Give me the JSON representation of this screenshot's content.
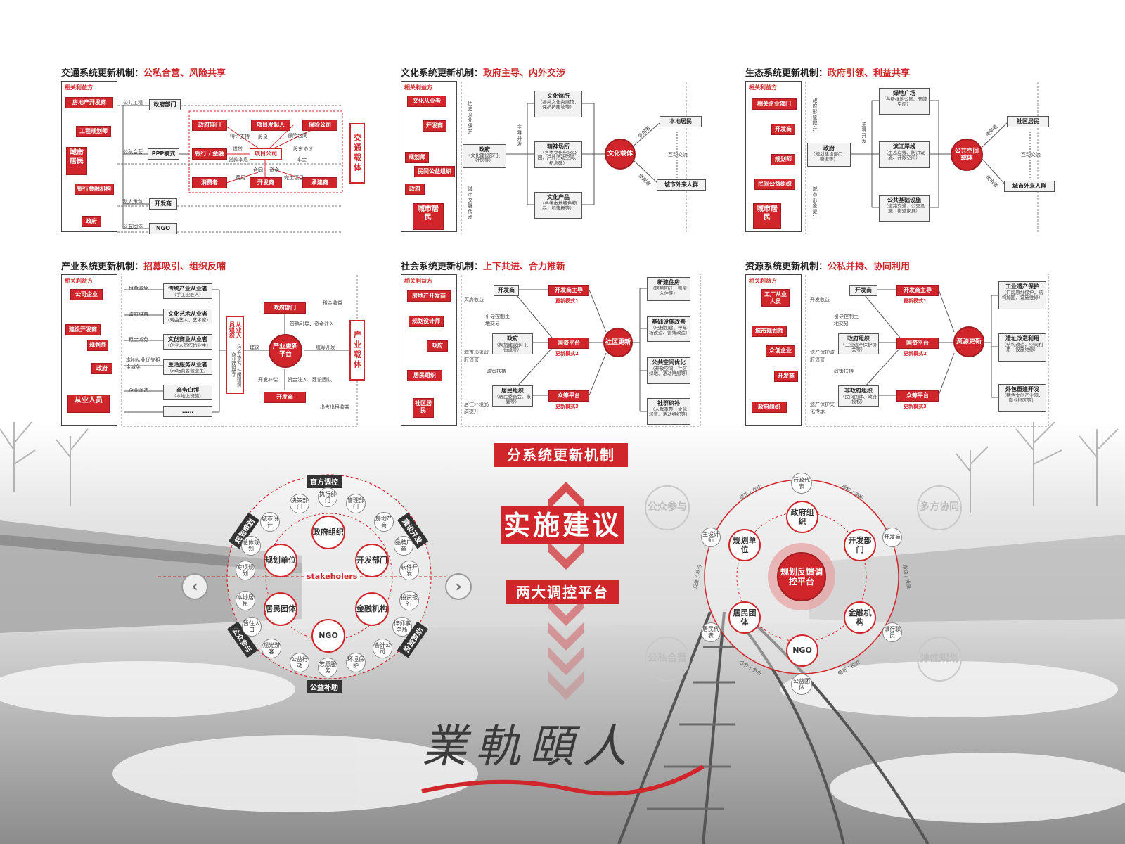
{
  "colors": {
    "accent": "#d0262b",
    "dark": "#333333",
    "gray": "#f2f2f2"
  },
  "panels": {
    "traffic": {
      "title": "交通系统更新机制：",
      "accent": "公私合营、风险共享",
      "stake_header": "相关利益方",
      "stake": [
        "房地产开发商",
        "工程规划师",
        "城市居民",
        "银行金融机构",
        "政府"
      ],
      "rows": [
        "公共工程",
        "公私合营",
        "私人承包",
        "公益团体"
      ],
      "nodes": {
        "gov": "政府部门",
        "ppp": "PPP模式",
        "dev": "开发商",
        "ngo": "NGO",
        "gov2": "政府部门",
        "sponsor": "项目发起人",
        "insure": "保险公司",
        "bank": "银行 / 金融",
        "project": "项目公司",
        "consumer": "消费者",
        "dev2": "开发商",
        "builder": "承建商"
      },
      "labels": [
        "特许支持",
        "股息",
        "保险合同",
        "借贷",
        "股东协议",
        "贷款本息",
        "本金",
        "合同",
        "资金",
        "费用",
        "完工项目"
      ],
      "carrier": "交通载体"
    },
    "culture": {
      "title": "文化系统更新机制：",
      "accent": "政府主导、内外交涉",
      "stake_header": "相关利益方",
      "stake": [
        "文化从业者",
        "开发商",
        "规划师",
        "民间公益组织",
        "政府",
        "城市居民"
      ],
      "left_v1": "历史文化保护",
      "left_v2": "城市文脉传承",
      "mid_v": "主导开发",
      "gov": "政府",
      "gov_sub": "（文化建设部门、社区等）",
      "items": [
        {
          "t": "文化馆所",
          "s": "（各类文化类展馆、保护护建址等）"
        },
        {
          "t": "精神场所",
          "s": "（各类文化纪念公园、户外活动空间、纪念碑）"
        },
        {
          "t": "文化产品",
          "s": "（各类本地特色物品，如快板等）"
        }
      ],
      "hub": "文化载体",
      "use1": "使用者",
      "use2": "使用者",
      "out1": "本地居民",
      "out2": "城市外来人群",
      "mutual": "互动交流"
    },
    "eco": {
      "title": "生态系统更新机制：",
      "accent": "政府引领、利益共享",
      "stake_header": "相关利益方",
      "stake": [
        "相关企业部门",
        "开发商",
        "规划师",
        "民间公益组织",
        "城市居民"
      ],
      "left_v1": "政府形象提升",
      "left_v2": "城市形象提升",
      "mid_v": "主导开发",
      "gov": "政府",
      "gov_sub": "（规划建设部门、街道等）",
      "items": [
        {
          "t": "绿地广场",
          "s": "（各级绿地公园、开敞空间）"
        },
        {
          "t": "滨江岸线",
          "s": "（生态岸线、防洪设施、开敞空间）"
        },
        {
          "t": "公共基础设施",
          "s": "（道路交通、公交设施、街道家具）"
        }
      ],
      "hub": "公共空间载体",
      "use1": "使用者",
      "use2": "使用者",
      "out1": "社区居民",
      "out2": "城市外来人群",
      "mutual": "互动交流"
    },
    "industry": {
      "title": "产业系统更新机制：",
      "accent": "招募吸引、组织反哺",
      "stake_header": "相关利益方",
      "stake": [
        "公司企业",
        "建设开发商",
        "规划师",
        "政府",
        "从业人员"
      ],
      "left_labels": [
        "租金减免",
        "政府培育",
        "租金减免",
        "本地从业优先租金减免",
        "企业筛选"
      ],
      "items": [
        {
          "t": "传统产业从业者",
          "s": "（手工业匠人）"
        },
        {
          "t": "文化艺术从业者",
          "s": "（戏曲艺人、艺术家）"
        },
        {
          "t": "文创商业从业者",
          "s": "（创业人员作坊业主）"
        },
        {
          "t": "生活服务从业者",
          "s": "（市场商客营业主）"
        },
        {
          "t": "商务白领",
          "s": "（本地上班族）"
        },
        {
          "t": "……",
          "s": ""
        }
      ],
      "org": "从业人员组织",
      "org_sub": "（行会协会、社团组织、商业联盟等）",
      "gov": "政府部门",
      "hub": "产业更新平台",
      "dev": "开发商",
      "carrier": "产业载体",
      "labels": [
        "租金收益",
        "策略引导、资金注入",
        "建议",
        "统筹开发",
        "开发补偿",
        "资金注入、建设团队",
        "出售出租收益"
      ]
    },
    "society": {
      "title": "社会系统更新机制：",
      "accent": "上下共进、合力推新",
      "stake_header": "相关利益方",
      "stake": [
        "房地产开发商",
        "规划设计师",
        "政府",
        "居民组织",
        "社区居民"
      ],
      "left_labels": [
        "买房收益",
        "引导控制土地交易",
        "城市形象政府信誉",
        "政策扶持",
        "居住环境品质提升"
      ],
      "left_nodes": [
        {
          "t": "开发商",
          "s": ""
        },
        {
          "t": "政府",
          "s": "（规划建设部门、街道等）"
        },
        {
          "t": "居民组织",
          "s": "（居民委员会、家庭等）"
        }
      ],
      "modes": [
        {
          "t": "开发商主导",
          "m": "更新模式1"
        },
        {
          "t": "国资平台",
          "m": "更新模式2"
        },
        {
          "t": "众筹平台",
          "m": "更新模式3"
        }
      ],
      "hub": "社区更新",
      "right": [
        {
          "t": "新建住房",
          "s": "（居民回迁、购房入住等）"
        },
        {
          "t": "基础设施改善",
          "s": "（电梯加建、停车场改造、管线改造）"
        },
        {
          "t": "公共空间优化",
          "s": "（开放空间、社区绿地、活动用房等）"
        },
        {
          "t": "社群织补",
          "s": "（人群重整、文化培育、活动组织等）"
        }
      ]
    },
    "resource": {
      "title": "资源系统更新机制：",
      "accent": "公私并持、协同利用",
      "stake_header": "相关利益方",
      "stake": [
        "工厂从业人员",
        "城市规划师",
        "众创企业",
        "开发商",
        "政府组织"
      ],
      "left_labels": [
        "开发收益",
        "引导控制土地交易",
        "遗产保护政府信誉",
        "政策扶持",
        "遗产保护文化传承"
      ],
      "left_nodes": [
        {
          "t": "开发商",
          "s": ""
        },
        {
          "t": "政府组织",
          "s": "（工业遗产保护协会等）"
        },
        {
          "t": "非政府组织",
          "s": "（民间团体、政府授权）"
        }
      ],
      "modes": [
        {
          "t": "开发商主导",
          "m": "更新模式1"
        },
        {
          "t": "国资平台",
          "m": "更新模式2"
        },
        {
          "t": "众筹平台",
          "m": "更新模式3"
        }
      ],
      "hub": "资源更新",
      "right": [
        {
          "t": "工业遗产保护",
          "s": "（厂房原址保护，结构加固，设施维修）"
        },
        {
          "t": "遗址改造利用",
          "s": "（结构改造，空间利用，设施维修）"
        },
        {
          "t": "外包重建开发",
          "s": "（特色文创产业园，商业街区等）"
        }
      ]
    }
  },
  "center": {
    "banner1": "分系统更新机制",
    "banner2": "实施建议",
    "banner3": "两大调控平台",
    "calligraphy": "業軌頤人"
  },
  "left_wheel": {
    "tags": [
      "官方调控",
      "规划策划",
      "建设开发",
      "公众参与",
      "投资赞助",
      "公益补助"
    ],
    "center": "stakeholers",
    "big": [
      "政府组织",
      "规划单位",
      "开发部门",
      "居民团体",
      "金融机构",
      "NGO"
    ],
    "small": [
      "决策部门",
      "执行部门",
      "管理部门",
      "城市设计",
      "房地产商",
      "总体规划",
      "品牌厂商",
      "专项规划",
      "软件开发",
      "本地居民",
      "投资银行",
      "暂住人口",
      "律师事务所",
      "观光游客",
      "会计公司",
      "公益行动",
      "志愿服务",
      "环境保护"
    ]
  },
  "right_wheel": {
    "center": "规划反馈调控平台",
    "big": [
      "政府组织",
      "开发部门",
      "金融机构",
      "NGO",
      "居民团体",
      "规划单位"
    ],
    "small": [
      "行政代表",
      "开发商",
      "银行职员",
      "公益团体",
      "居民代表",
      "主设计师"
    ],
    "arc_labels": [
      "授权 / 指标",
      "借贷 / 投资",
      "借贷 / 投资",
      "合作 / 参与",
      "反馈 / 参与",
      "修正 / 合作"
    ]
  },
  "ghosts": [
    "公众参与",
    "多方协同",
    "公私合营",
    "弹性规划"
  ]
}
